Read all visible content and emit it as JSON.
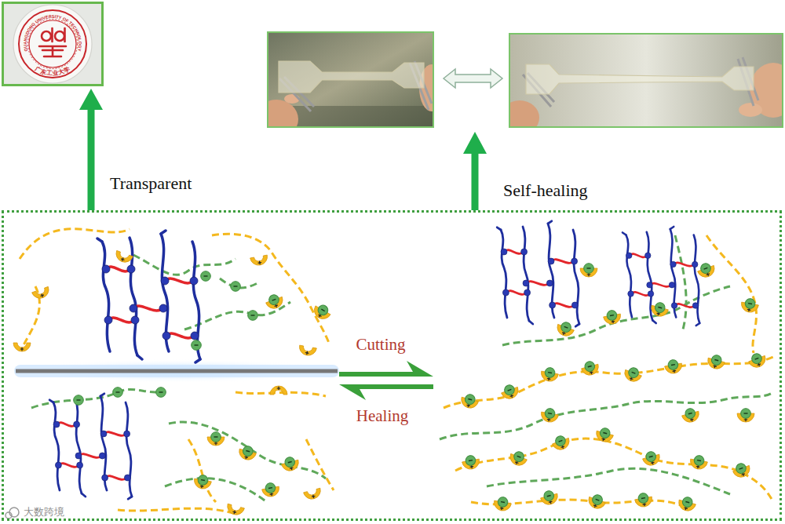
{
  "diagram": {
    "nodes": [
      {
        "text": [
          "GUANGDONG UNIVERSITY OF TECHNOLOGY",
          "广东工业大学"
        ]
      },
      {
        "text": [
          "Cutting",
          "Healing"
        ]
      }
    ],
    "edges": [
      {
        "from": 1,
        "to": 0,
        "arrow": "to",
        "label": "Transparent"
      }
    ],
    "labels": [
      "Self-healing",
      "大数跨境"
    ]
  }
}
